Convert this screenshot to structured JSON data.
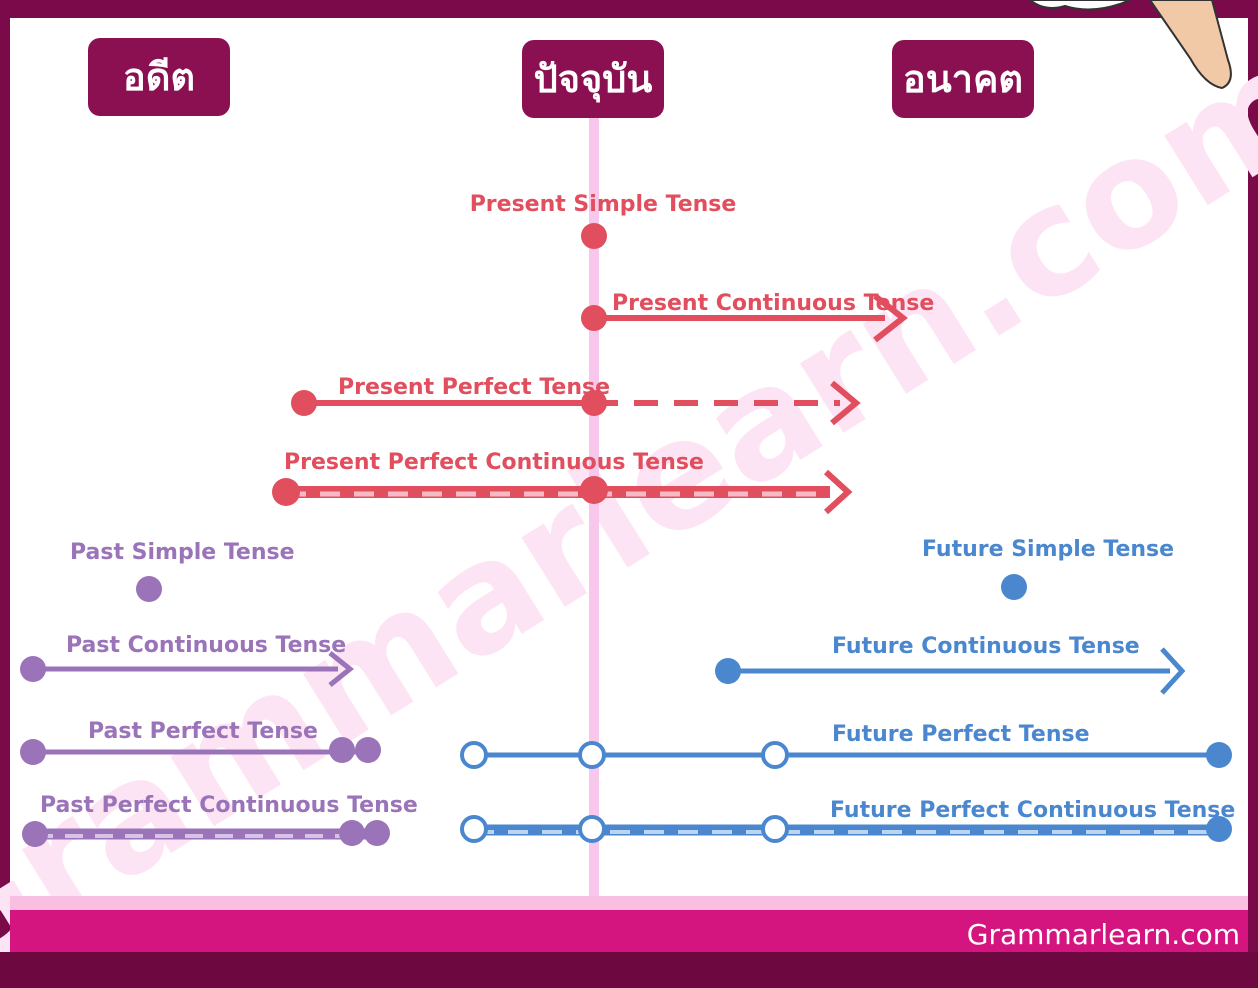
{
  "headers": {
    "past": "อดีต",
    "present": "ปัจจุบัน",
    "future": "อนาคต"
  },
  "watermark": "Grammarlearn.com",
  "footer": {
    "site": "Grammarlearn.com"
  },
  "colors": {
    "frame": "#7a0a4a",
    "header_box": "#8a1051",
    "present_line": "#f8c8ec",
    "present_tense": "#e14e5e",
    "past_tense": "#9a73b8",
    "future_tense": "#4a87cf",
    "footer_band": "#d5157f",
    "footer_base": "#6e0840",
    "watermark": "#fde4f4"
  },
  "tenses": {
    "present_simple": "Present Simple Tense",
    "present_continuous": "Present Continuous Tense",
    "present_perfect": "Present Perfect Tense",
    "present_perfect_continuous": "Present Perfect Continuous Tense",
    "past_simple": "Past Simple Tense",
    "past_continuous": "Past Continuous Tense",
    "past_perfect": "Past Perfect Tense",
    "past_perfect_continuous": "Past Perfect Continuous Tense",
    "future_simple": "Future Simple Tense",
    "future_continuous": "Future Continuous Tense",
    "future_perfect": "Future Perfect Tense",
    "future_perfect_continuous": "Future Perfect Continuous Tense"
  }
}
